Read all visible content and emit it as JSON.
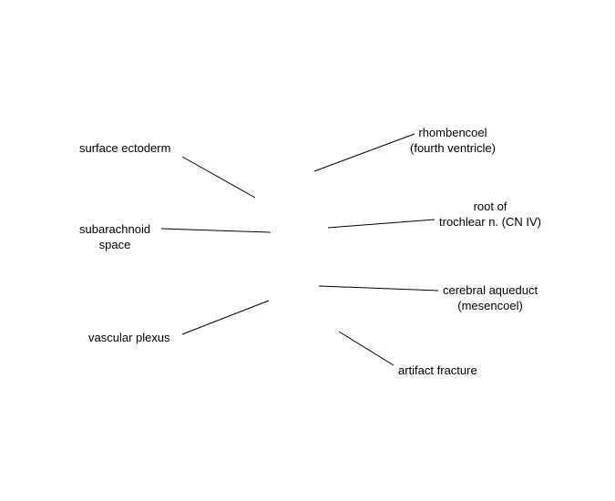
{
  "labels": {
    "surface_ectoderm": "surface ectoderm",
    "subarachnoid_space": [
      "subarachnoid",
      "space"
    ],
    "vascular_plexus": "vascular plexus",
    "rhombencoel": [
      "rhombencoel",
      "(fourth ventricle)"
    ],
    "root_trochlear": [
      "root of",
      "trochlear n. (CN IV)"
    ],
    "cerebral_aqueduct": [
      "cerebral aqueduct",
      "(mesencoel)"
    ],
    "artifact_fracture": "artifact fracture"
  },
  "colors": {
    "background": "#ffffff",
    "ink": "#000000"
  }
}
